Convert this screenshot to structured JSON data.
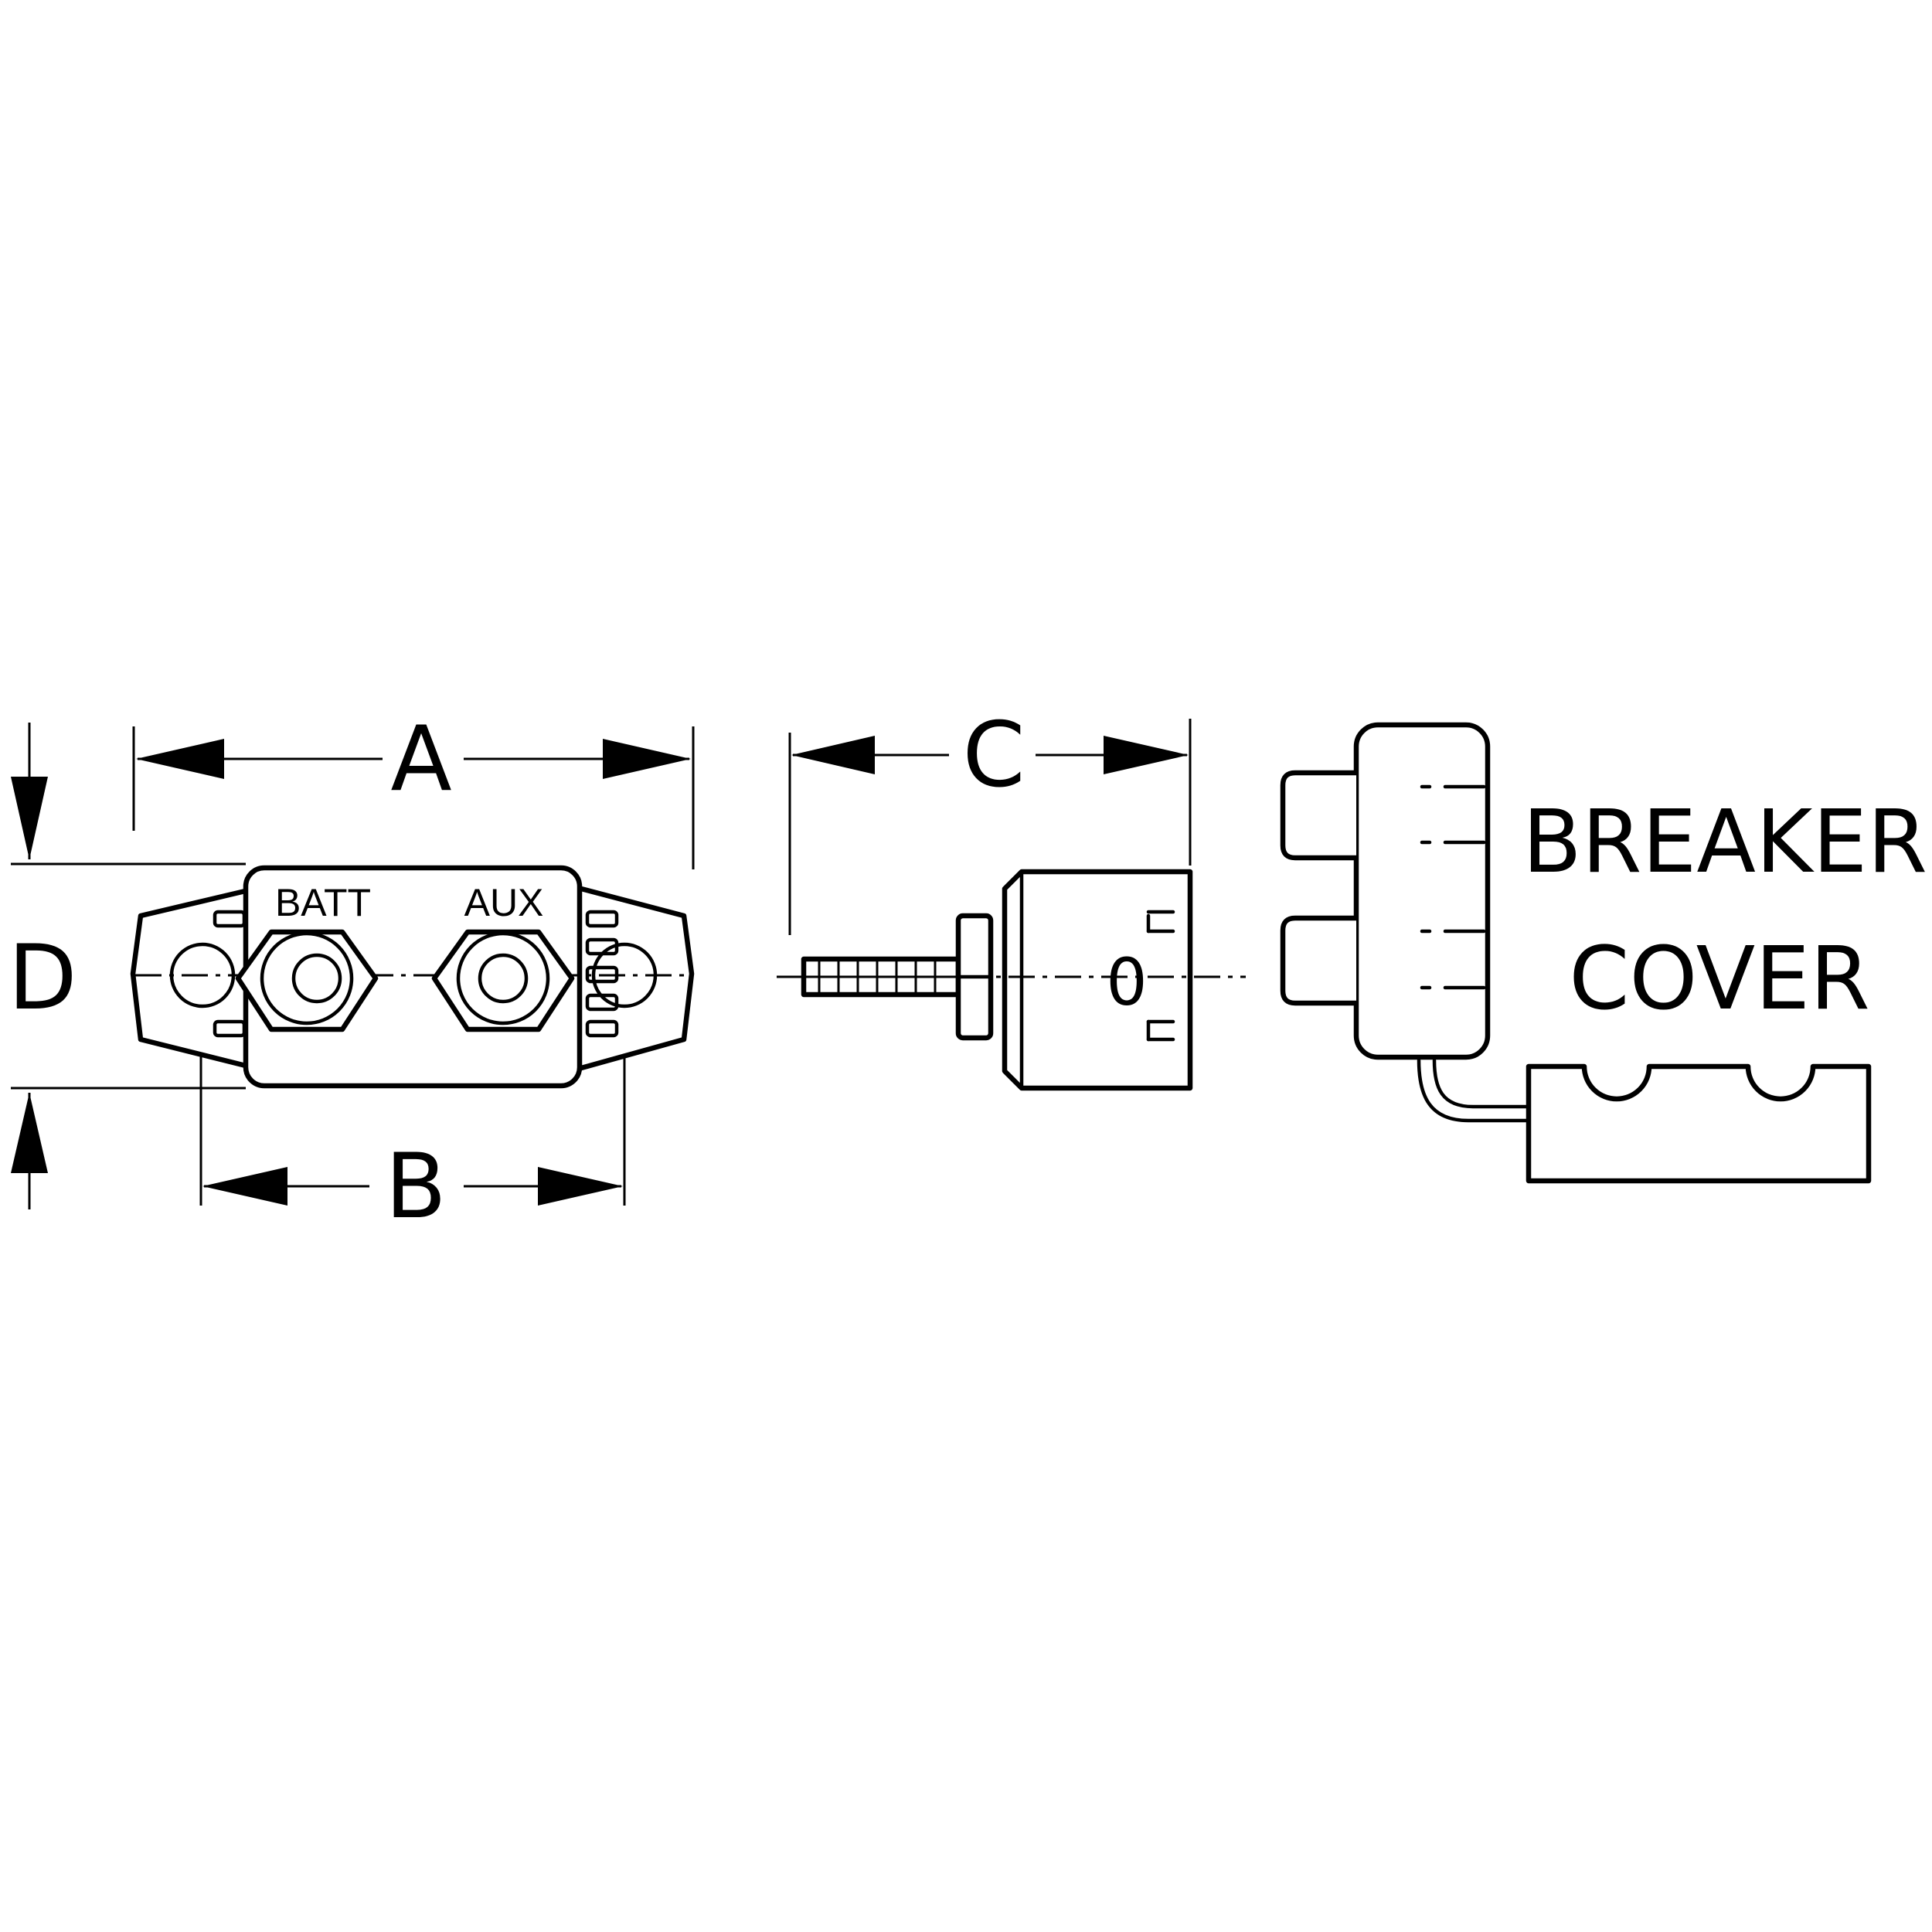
{
  "dimensions": {
    "a": "A",
    "b": "B",
    "c": "C",
    "d": "D"
  },
  "terminals": {
    "batt": "BATT",
    "aux": "AUX"
  },
  "side_view": {
    "switch_mark": "0"
  },
  "cover_label": {
    "line1": "BREAKER",
    "line2": "COVER"
  }
}
